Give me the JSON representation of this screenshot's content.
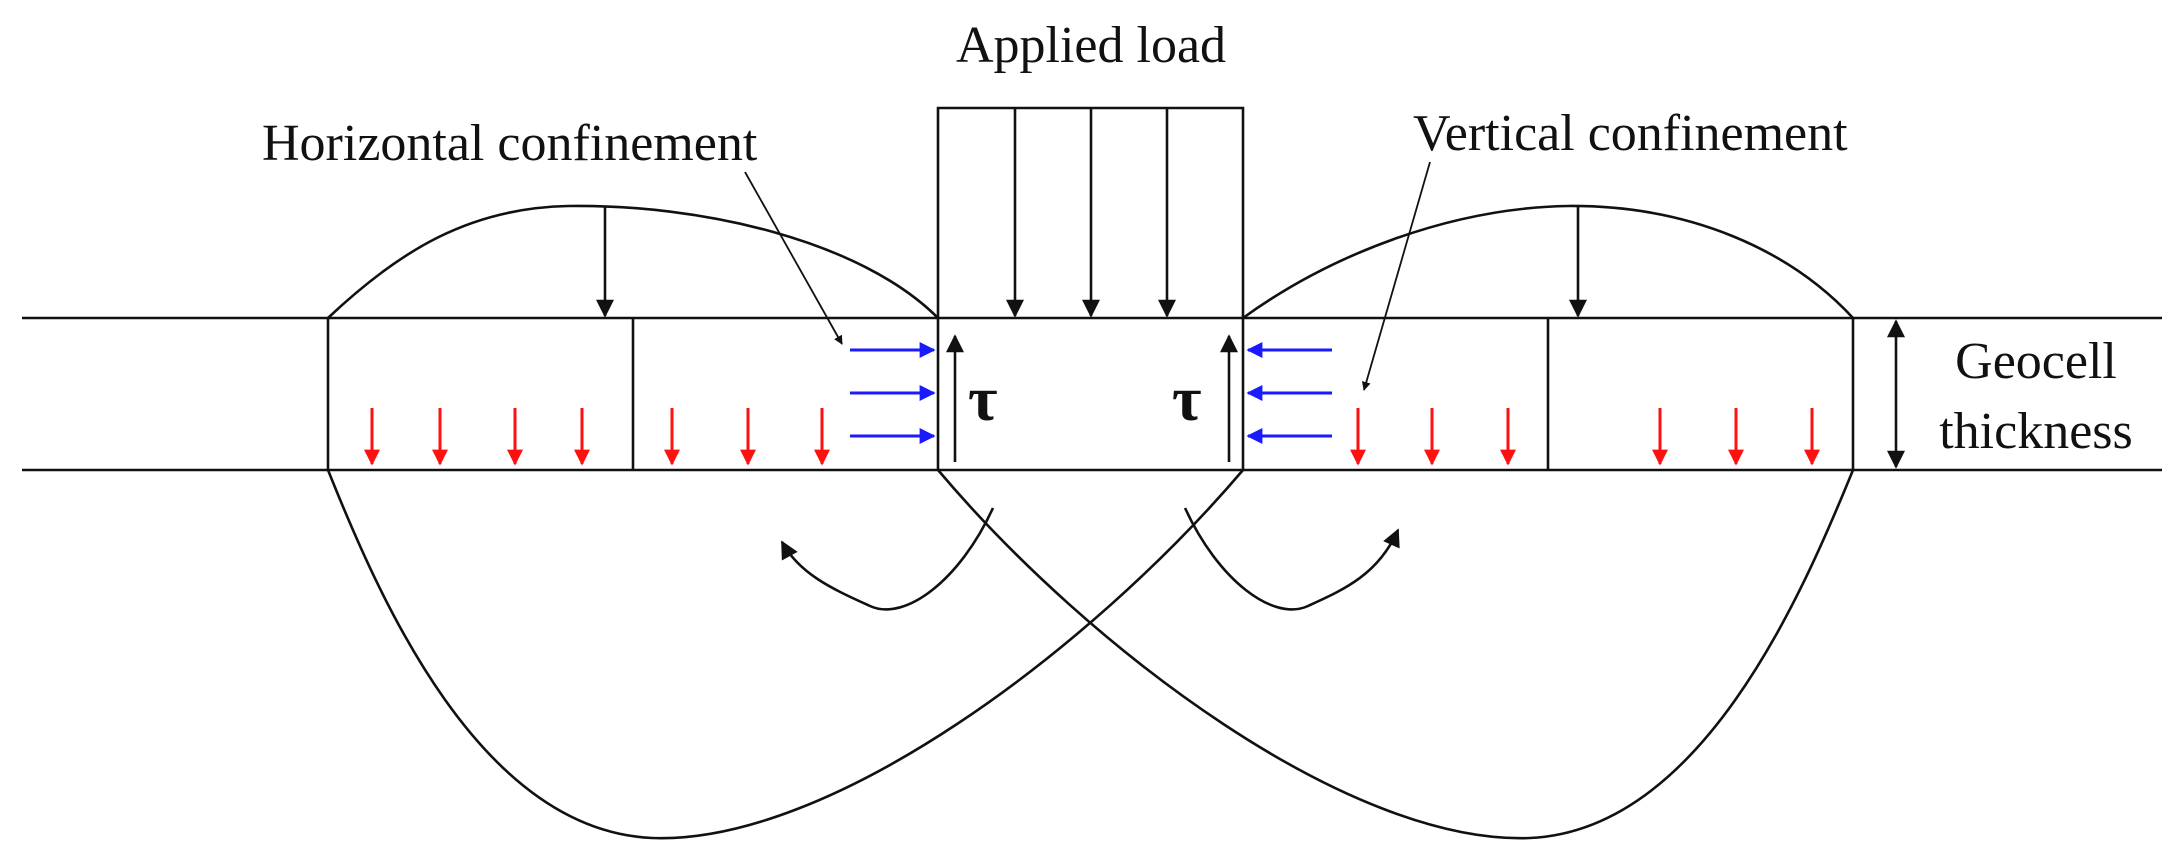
{
  "labels": {
    "applied_load": "Applied load",
    "horizontal_confinement": "Horizontal confinement",
    "vertical_confinement": "Vertical confinement",
    "geocell": "Geocell",
    "thickness": "thickness",
    "tau_left": "τ",
    "tau_right": "τ"
  },
  "colors": {
    "line": "#111111",
    "horizontal_confinement_arrows": "#1a1aff",
    "vertical_confinement_arrows": "#ff1010"
  }
}
